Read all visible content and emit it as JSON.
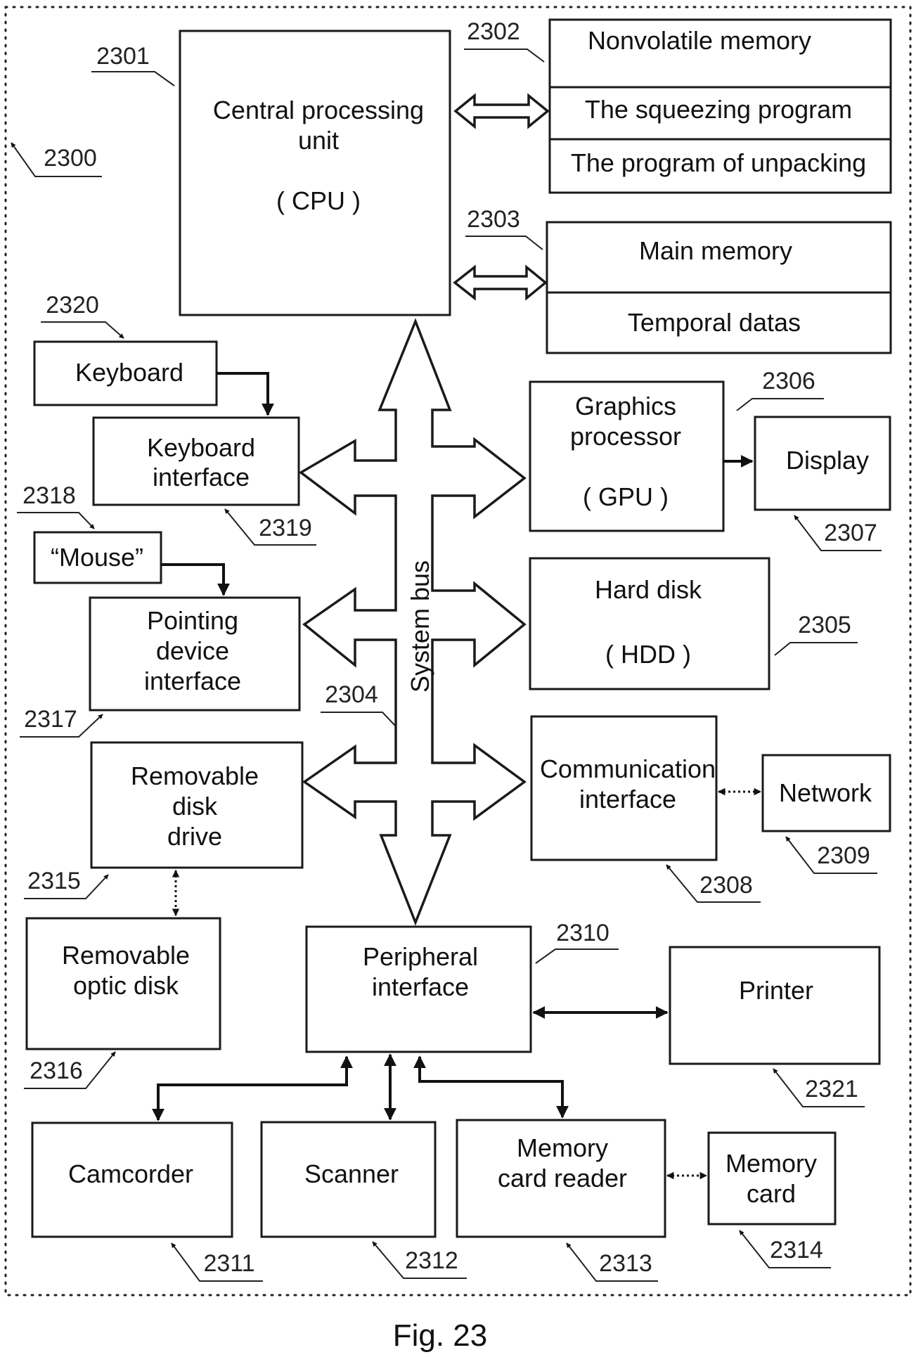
{
  "caption": "Fig. 23",
  "colors": {
    "ink": "#111111",
    "paper": "#ffffff"
  },
  "blocks": {
    "cpu": {
      "lines": [
        "Central processing",
        "unit",
        "",
        "( CPU )"
      ]
    },
    "nonvolatile_memory": {
      "lines": [
        "Nonvolatile memory"
      ]
    },
    "squeezing_program": {
      "lines": [
        "The  squeezing program"
      ]
    },
    "unpacking_program": {
      "lines": [
        "The program of unpacking"
      ]
    },
    "main_memory": {
      "lines": [
        "Main memory"
      ]
    },
    "temporal_datas": {
      "lines": [
        "Temporal datas"
      ]
    },
    "keyboard": {
      "lines": [
        "Keyboard"
      ]
    },
    "keyboard_interface": {
      "lines": [
        "Keyboard",
        "interface"
      ]
    },
    "mouse": {
      "lines": [
        "“Mouse”"
      ]
    },
    "pointing_device_interface": {
      "lines": [
        "Pointing",
        "device",
        "interface"
      ]
    },
    "removable_disk_drive": {
      "lines": [
        "Removable",
        "disk",
        "drive"
      ]
    },
    "removable_optic_disk": {
      "lines": [
        "Removable",
        "optic disk"
      ]
    },
    "graphics_processor": {
      "lines": [
        "Graphics",
        "processor",
        "",
        "( GPU )"
      ]
    },
    "display": {
      "lines": [
        "Display"
      ]
    },
    "hard_disk": {
      "lines": [
        "Hard disk",
        "",
        "( HDD )"
      ]
    },
    "communication_interface": {
      "lines": [
        "Communication",
        "interface"
      ]
    },
    "network": {
      "lines": [
        "Network"
      ]
    },
    "peripheral_interface": {
      "lines": [
        "Peripheral",
        "interface"
      ]
    },
    "printer": {
      "lines": [
        "Printer"
      ]
    },
    "camcorder": {
      "lines": [
        "Camcorder"
      ]
    },
    "scanner": {
      "lines": [
        "Scanner"
      ]
    },
    "memory_card_reader": {
      "lines": [
        "Memory",
        "card reader"
      ]
    },
    "memory_card": {
      "lines": [
        "Memory",
        "card"
      ]
    }
  },
  "system_bus_label": "System bus",
  "refs": {
    "r2300": "2300",
    "r2301": "2301",
    "r2302": "2302",
    "r2303": "2303",
    "r2304": "2304",
    "r2305": "2305",
    "r2306": "2306",
    "r2307": "2307",
    "r2308": "2308",
    "r2309": "2309",
    "r2310": "2310",
    "r2311": "2311",
    "r2312": "2312",
    "r2313": "2313",
    "r2314": "2314",
    "r2315": "2315",
    "r2316": "2316",
    "r2317": "2317",
    "r2318": "2318",
    "r2319": "2319",
    "r2320": "2320",
    "r2321": "2321"
  }
}
